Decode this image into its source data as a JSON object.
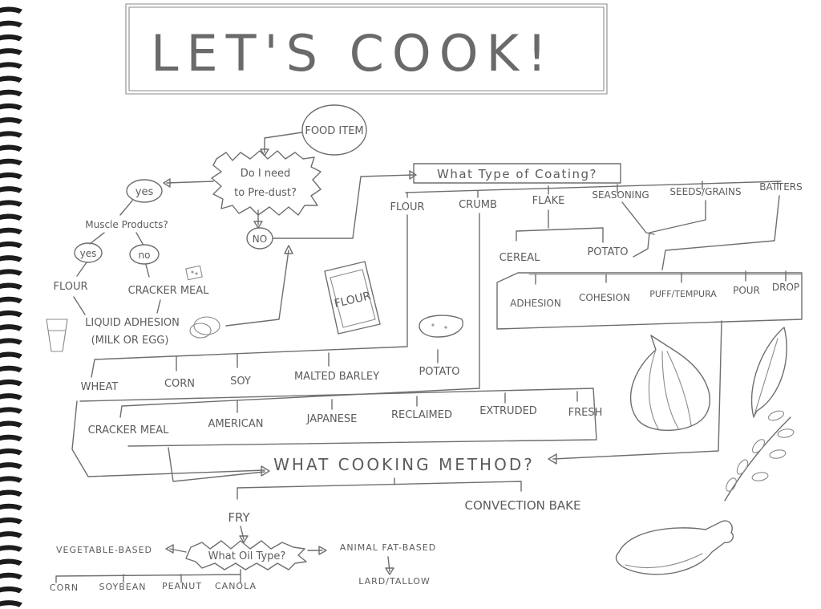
{
  "title": "LET'S COOK!",
  "start": {
    "food_item": "FOOD ITEM",
    "predust_q": [
      "Do I need",
      "to Pre-dust?"
    ],
    "yes": "yes",
    "no": "no_upper"
  },
  "labels": {
    "no_upper": "NO",
    "muscle_q": "Muscle Products?",
    "yes2": "yes",
    "no2": "no",
    "flour_left": "FLOUR",
    "cracker_meal_left": "CRACKER MEAL",
    "liquid_adhesion": "LIQUID ADHESION",
    "milk_or_egg": "(MILK OR EGG)",
    "flour_bag": "FLOUR"
  },
  "coating": {
    "question": "What Type of Coating?",
    "types": [
      "FLOUR",
      "CRUMB",
      "FLAKE",
      "SEASONING",
      "SEEDS/GRAINS",
      "BATTERS"
    ],
    "flake_options": [
      "CEREAL",
      "POTATO"
    ],
    "batter_options": [
      "ADHESION",
      "COHESION",
      "PUFF/TEMPURA",
      "POUR",
      "DROP"
    ],
    "flour_options": [
      "WHEAT",
      "CORN",
      "SOY",
      "MALTED BARLEY",
      "POTATO"
    ],
    "crumb_options": [
      "CRACKER MEAL",
      "AMERICAN",
      "JAPANESE",
      "RECLAIMED",
      "EXTRUDED",
      "FRESH"
    ]
  },
  "cooking": {
    "question": "WHAT COOKING METHOD?",
    "methods": [
      "FRY",
      "CONVECTION BAKE"
    ],
    "oil_question": "What Oil Type?",
    "oil_types": [
      "VEGETABLE-BASED",
      "ANIMAL FAT-BASED"
    ],
    "vegetable_oils": [
      "CORN",
      "SOYBEAN",
      "PEANUT",
      "CANOLA"
    ],
    "animal_fats": "LARD/TALLOW"
  },
  "colors": {
    "pencil": "#5c5c5c",
    "coil": "#1c1c1c",
    "paper": "#ffffff"
  },
  "icons": [
    "spiral-binding-icon",
    "milk-glass-icon",
    "egg-icon",
    "cracker-icon",
    "flour-bag-icon",
    "potato-icon",
    "onion-icon",
    "bay-leaf-icon",
    "herb-sprig-icon",
    "chicken-drumstick-icon"
  ]
}
